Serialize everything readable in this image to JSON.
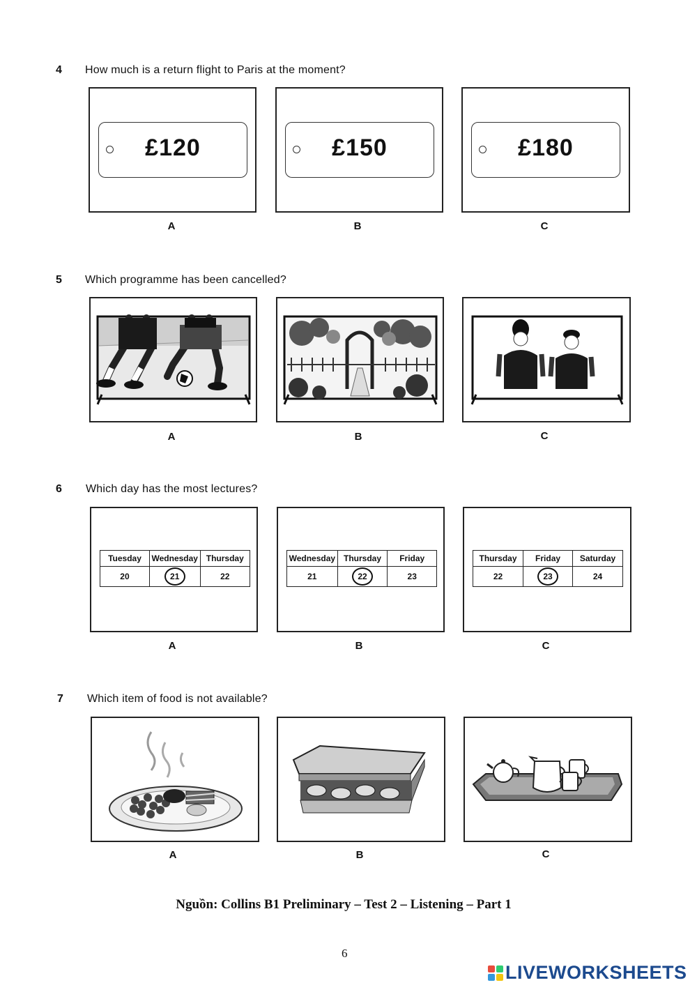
{
  "questions": [
    {
      "number": "4",
      "text": "How much is a return flight to Paris at the moment?",
      "options": [
        {
          "letter": "A",
          "price": "£120"
        },
        {
          "letter": "B",
          "price": "£150"
        },
        {
          "letter": "C",
          "price": "£180"
        }
      ]
    },
    {
      "number": "5",
      "text": "Which programme has been cancelled?",
      "options": [
        {
          "letter": "A",
          "image": "football-match-tv"
        },
        {
          "letter": "B",
          "image": "garden-programme-tv"
        },
        {
          "letter": "C",
          "image": "police-drama-tv"
        }
      ]
    },
    {
      "number": "6",
      "text": "Which day has the most lectures?",
      "options": [
        {
          "letter": "A",
          "days": [
            "Tuesday",
            "Wednesday",
            "Thursday"
          ],
          "dates": [
            "20",
            "21",
            "22"
          ],
          "circled": "21"
        },
        {
          "letter": "B",
          "days": [
            "Wednesday",
            "Thursday",
            "Friday"
          ],
          "dates": [
            "21",
            "22",
            "23"
          ],
          "circled": "22"
        },
        {
          "letter": "C",
          "days": [
            "Thursday",
            "Friday",
            "Saturday"
          ],
          "dates": [
            "22",
            "23",
            "24"
          ],
          "circled": "23"
        }
      ]
    },
    {
      "number": "7",
      "text": "Which item of food is not available?",
      "options": [
        {
          "letter": "A",
          "image": "hot-meal-plate"
        },
        {
          "letter": "B",
          "image": "sandwich"
        },
        {
          "letter": "C",
          "image": "tea-tray"
        }
      ]
    }
  ],
  "footer": "Nguồn: Collins B1 Preliminary – Test 2 – Listening – Part 1",
  "page_number": "6",
  "brand": "LIVEWORKSHEETS",
  "colors": {
    "brand": "#1c4a8e",
    "frame": "#222222"
  }
}
